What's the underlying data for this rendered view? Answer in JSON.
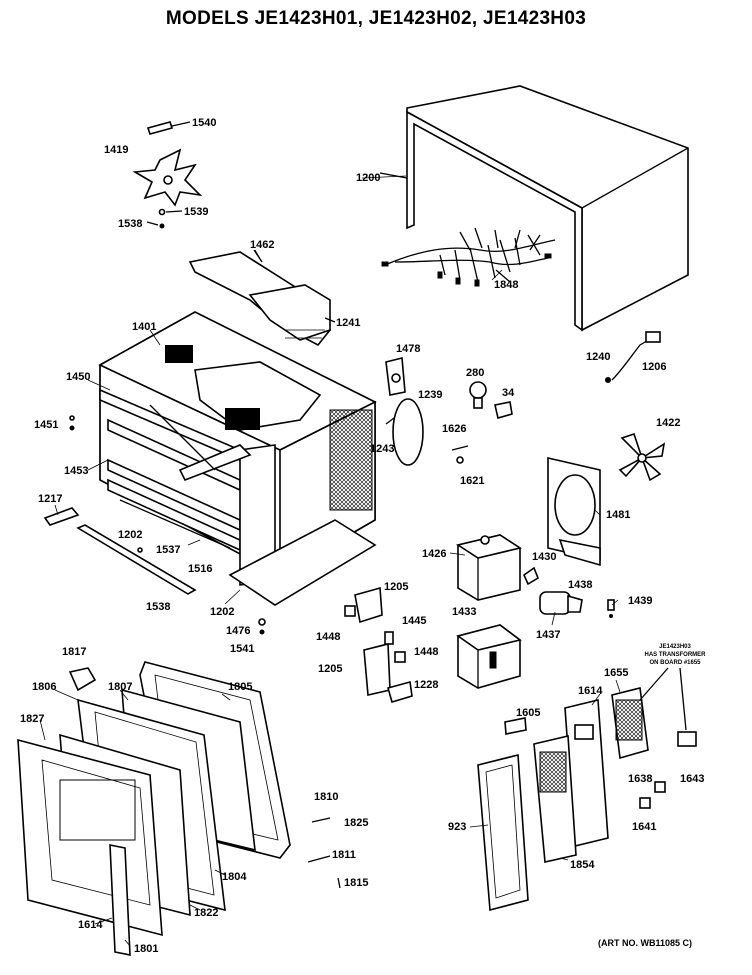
{
  "title": "MODELS JE1423H01, JE1423H02, JE1423H03",
  "art_number": "(ART NO. WB11085 C)",
  "note": [
    "JE1423H03",
    "HAS TRANSFORMER",
    "ON BOARD #1655"
  ],
  "parts": [
    {
      "id": "p1540",
      "label": "1540"
    },
    {
      "id": "p1419",
      "label": "1419"
    },
    {
      "id": "p1539",
      "label": "1539"
    },
    {
      "id": "p1538a",
      "label": "1538"
    },
    {
      "id": "p1200",
      "label": "1200"
    },
    {
      "id": "p1848",
      "label": "1848"
    },
    {
      "id": "p1462",
      "label": "1462"
    },
    {
      "id": "p1241",
      "label": "1241"
    },
    {
      "id": "p1401",
      "label": "1401"
    },
    {
      "id": "p1478",
      "label": "1478"
    },
    {
      "id": "p280",
      "label": "280"
    },
    {
      "id": "p34",
      "label": "34"
    },
    {
      "id": "p1240",
      "label": "1240"
    },
    {
      "id": "p1206",
      "label": "1206"
    },
    {
      "id": "p1450",
      "label": "1450"
    },
    {
      "id": "p1451",
      "label": "1451"
    },
    {
      "id": "p1239",
      "label": "1239"
    },
    {
      "id": "p1243",
      "label": "1243"
    },
    {
      "id": "p1626",
      "label": "1626"
    },
    {
      "id": "p1621",
      "label": "1621"
    },
    {
      "id": "p1422",
      "label": "1422"
    },
    {
      "id": "p1453",
      "label": "1453"
    },
    {
      "id": "p1217",
      "label": "1217"
    },
    {
      "id": "p1481",
      "label": "1481"
    },
    {
      "id": "p1202a",
      "label": "1202"
    },
    {
      "id": "p1537",
      "label": "1537"
    },
    {
      "id": "p1516",
      "label": "1516"
    },
    {
      "id": "p1426",
      "label": "1426"
    },
    {
      "id": "p1430",
      "label": "1430"
    },
    {
      "id": "p1205a",
      "label": "1205"
    },
    {
      "id": "p1438",
      "label": "1438"
    },
    {
      "id": "p1439",
      "label": "1439"
    },
    {
      "id": "p1538b",
      "label": "1538"
    },
    {
      "id": "p1202b",
      "label": "1202"
    },
    {
      "id": "p1448a",
      "label": "1448"
    },
    {
      "id": "p1476",
      "label": "1476"
    },
    {
      "id": "p1541",
      "label": "1541"
    },
    {
      "id": "p1445",
      "label": "1445"
    },
    {
      "id": "p1437",
      "label": "1437"
    },
    {
      "id": "p1433",
      "label": "1433"
    },
    {
      "id": "p1448b",
      "label": "1448"
    },
    {
      "id": "p1205b",
      "label": "1205"
    },
    {
      "id": "p1228",
      "label": "1228"
    },
    {
      "id": "p1817",
      "label": "1817"
    },
    {
      "id": "p1806",
      "label": "1806"
    },
    {
      "id": "p1807",
      "label": "1807"
    },
    {
      "id": "p1805",
      "label": "1805"
    },
    {
      "id": "p1655",
      "label": "1655"
    },
    {
      "id": "p1827",
      "label": "1827"
    },
    {
      "id": "p1605",
      "label": "1605"
    },
    {
      "id": "p1614a",
      "label": "1614"
    },
    {
      "id": "p1643",
      "label": "1643"
    },
    {
      "id": "p1638",
      "label": "1638"
    },
    {
      "id": "p1810",
      "label": "1810"
    },
    {
      "id": "p1825",
      "label": "1825"
    },
    {
      "id": "p923",
      "label": "923"
    },
    {
      "id": "p1641",
      "label": "1641"
    },
    {
      "id": "p1854",
      "label": "1854"
    },
    {
      "id": "p1804",
      "label": "1804"
    },
    {
      "id": "p1811",
      "label": "1811"
    },
    {
      "id": "p1815",
      "label": "1815"
    },
    {
      "id": "p1614b",
      "label": "1614"
    },
    {
      "id": "p1822",
      "label": "1822"
    },
    {
      "id": "p1801",
      "label": "1801"
    }
  ]
}
